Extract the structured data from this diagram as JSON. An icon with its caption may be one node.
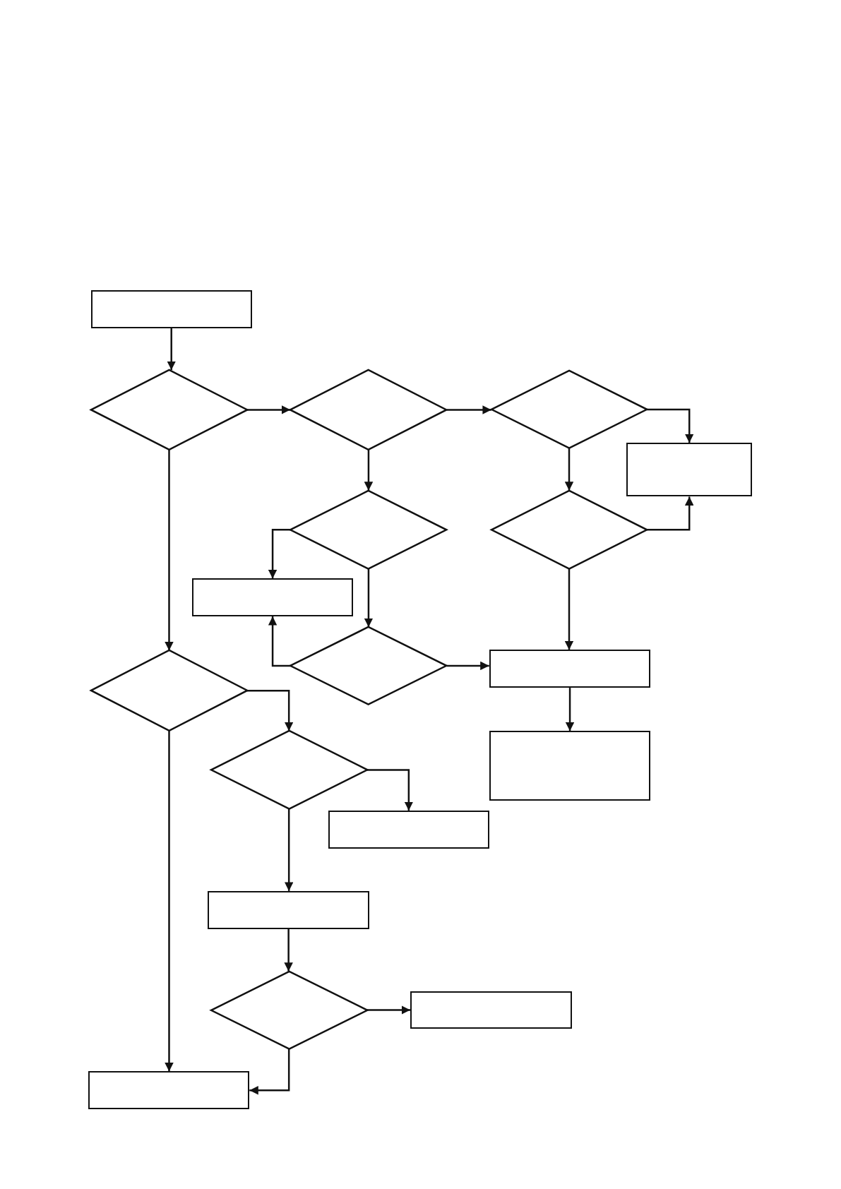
{
  "diagram": {
    "nodes": [
      {
        "text": [],
        "shape": "box"
      },
      {
        "text": [],
        "shape": "diamond"
      },
      {
        "text": [],
        "shape": "diamond"
      },
      {
        "text": [],
        "shape": "diamond"
      },
      {
        "text": [],
        "shape": "box"
      },
      {
        "text": [],
        "shape": "diamond"
      },
      {
        "text": [],
        "shape": "diamond"
      },
      {
        "text": [],
        "shape": "box"
      },
      {
        "text": [],
        "shape": "diamond"
      },
      {
        "text": [],
        "shape": "box"
      },
      {
        "text": [],
        "shape": "diamond"
      },
      {
        "text": [],
        "shape": "diamond"
      },
      {
        "text": [],
        "shape": "box"
      },
      {
        "text": [],
        "shape": "box"
      },
      {
        "text": [],
        "shape": "box"
      },
      {
        "text": [],
        "shape": "diamond"
      },
      {
        "text": [],
        "shape": "box"
      },
      {
        "text": [],
        "shape": "box"
      }
    ],
    "edges": [
      {
        "from": 0,
        "to": 1,
        "arrow": "to"
      },
      {
        "from": 1,
        "to": 2,
        "arrow": "to"
      },
      {
        "from": 2,
        "to": 3,
        "arrow": "to"
      },
      {
        "from": 3,
        "to": 4,
        "arrow": "to"
      },
      {
        "from": 2,
        "to": 5,
        "arrow": "to"
      },
      {
        "from": 3,
        "to": 6,
        "arrow": "to"
      },
      {
        "from": 6,
        "to": 4,
        "arrow": "to"
      },
      {
        "from": 5,
        "to": 7,
        "arrow": "to"
      },
      {
        "from": 5,
        "to": 8,
        "arrow": "to"
      },
      {
        "from": 8,
        "to": 7,
        "arrow": "to"
      },
      {
        "from": 8,
        "to": 9,
        "arrow": "to"
      },
      {
        "from": 6,
        "to": 9,
        "arrow": "to"
      },
      {
        "from": 9,
        "to": 12,
        "arrow": "to"
      },
      {
        "from": 1,
        "to": 10,
        "arrow": "to"
      },
      {
        "from": 10,
        "to": 11,
        "arrow": "to"
      },
      {
        "from": 11,
        "to": 13,
        "arrow": "to"
      },
      {
        "from": 11,
        "to": 14,
        "arrow": "to"
      },
      {
        "from": 14,
        "to": 15,
        "arrow": "to"
      },
      {
        "from": 15,
        "to": 16,
        "arrow": "to"
      },
      {
        "from": 15,
        "to": 17,
        "arrow": "to"
      },
      {
        "from": 10,
        "to": 17,
        "arrow": "to"
      }
    ]
  }
}
